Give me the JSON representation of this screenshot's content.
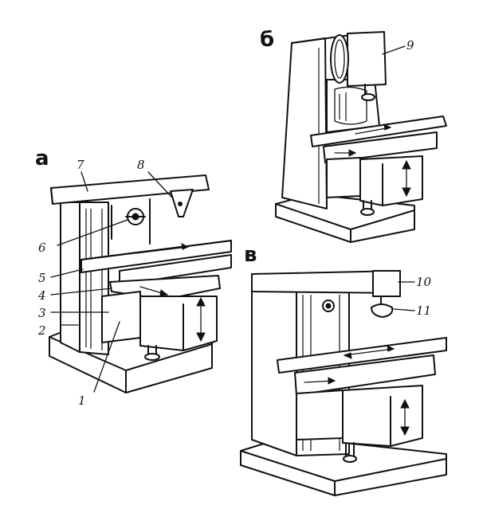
{
  "panels": [
    {
      "letter": "а"
    },
    {
      "letter": "б"
    },
    {
      "letter": "в"
    }
  ],
  "callouts": {
    "c1": "1",
    "c2": "2",
    "c3": "3",
    "c4": "4",
    "c5": "5",
    "c6": "6",
    "c7": "7",
    "c8": "8",
    "c9": "9",
    "c10": "10",
    "c11": "11"
  },
  "colors": {
    "ink": "#111111",
    "paper": "#ffffff"
  }
}
